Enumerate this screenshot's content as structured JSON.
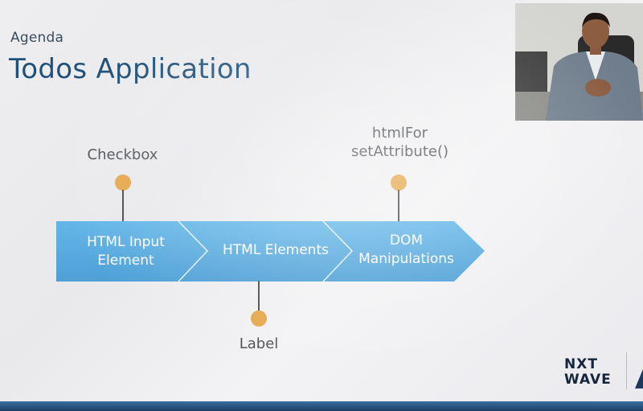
{
  "slide": {
    "agenda_label": "Agenda",
    "title": "Todos Application"
  },
  "diagram": {
    "segments": [
      {
        "line1": "HTML Input",
        "line2": "Element"
      },
      {
        "line1": "HTML Elements",
        "line2": ""
      },
      {
        "line1": "DOM",
        "line2": "Manipulations"
      }
    ],
    "callouts_top": [
      {
        "line1": "Checkbox",
        "line2": ""
      },
      {
        "line1": "htmlFor",
        "line2": "setAttribute()"
      }
    ],
    "callouts_bottom": [
      {
        "line1": "Label"
      }
    ]
  },
  "logo": {
    "line1": "NXT",
    "line2": "WAVE"
  },
  "colors": {
    "title": "#1f5079",
    "chevron_fill": "#5aaee2",
    "dot": "#e5a64a",
    "stem": "#4a4a4a"
  }
}
